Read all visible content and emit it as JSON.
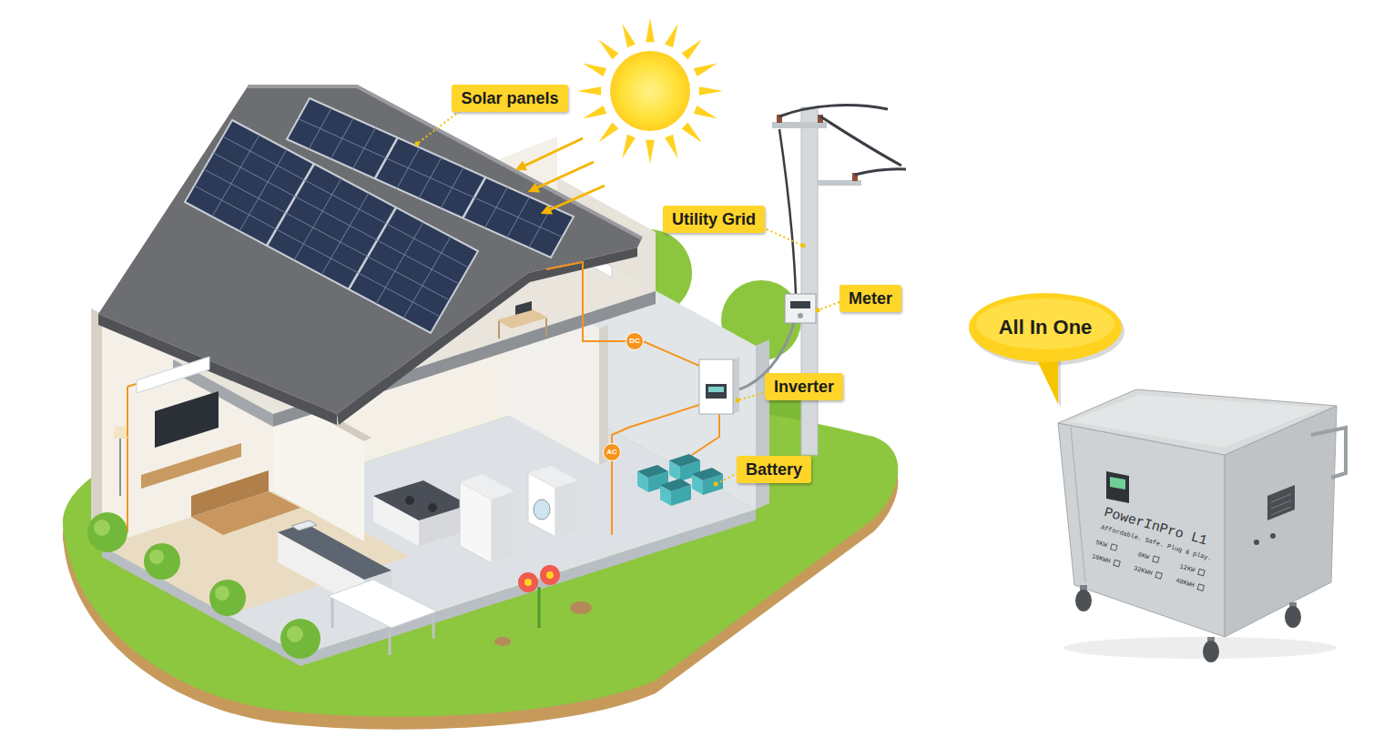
{
  "diagram": {
    "nodes": [
      {
        "text": [
          "Solar panels"
        ]
      },
      {
        "text": [
          "Utility Grid"
        ]
      },
      {
        "text": [
          "Meter"
        ]
      },
      {
        "text": [
          "DC"
        ]
      },
      {
        "text": [
          "Inverter"
        ]
      },
      {
        "text": [
          "AC"
        ]
      },
      {
        "text": [
          "Battery"
        ]
      },
      {
        "text": [
          "All In One"
        ]
      },
      {
        "text": [
          "PowerInPro L1",
          "Affordable. Safe. Plug & play.",
          "5KW",
          "6KW",
          "12KW",
          "10KWH",
          "32KWH",
          "48KWH"
        ]
      }
    ]
  }
}
